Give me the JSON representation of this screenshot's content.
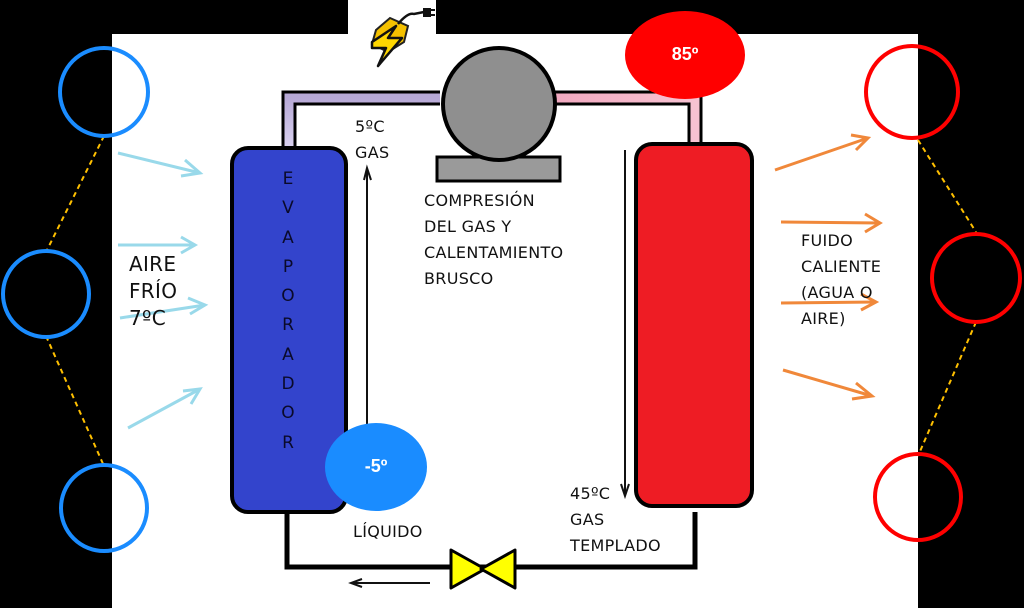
{
  "labels": {
    "evaporator": "EVAPORADOR",
    "compression": "COMPRESIÓN\nDEL GAS Y\nCALENTAMIENTO\nBRUSCO",
    "cold_air": "AIRE\nFRÍO\n7ºC",
    "hot_fluid": "FUIDO\nCALIENTE\n(AGUA O\nAIRE)",
    "gas_cold": "5ºC\nGAS",
    "gas_warm": "45ºC\nGAS\nTEMPLADO",
    "liquid": "LÍQUIDO"
  },
  "badges": {
    "hot": "85º",
    "cold": "-5º"
  },
  "colors": {
    "evaporator": "#3344cc",
    "condenser": "#ee1c24",
    "cold_circle": "#1a8cff",
    "hot_circle": "#ff0000",
    "cold_arrow": "#99d9ea",
    "hot_arrow": "#f0883a",
    "valve": "#ffff00",
    "dotted_line": "#ffc000"
  },
  "icons": {
    "power": "power-plug-lightning-icon",
    "valve": "expansion-valve-icon",
    "compressor": "compressor-icon"
  }
}
